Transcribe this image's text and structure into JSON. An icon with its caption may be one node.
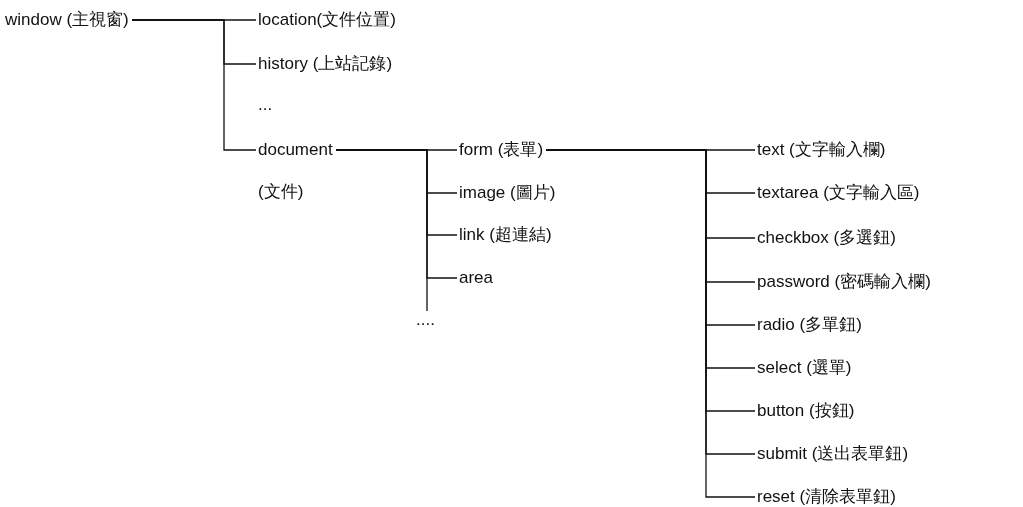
{
  "diagram": {
    "nodes": [
      {
        "text": [
          "window (主視窗)"
        ]
      },
      {
        "text": [
          "location(文件位置)"
        ]
      },
      {
        "text": [
          "history (上站記錄)"
        ]
      },
      {
        "text": [
          "document",
          "(文件)"
        ]
      },
      {
        "text": [
          "form (表單)"
        ]
      },
      {
        "text": [
          "image (圖片)"
        ]
      },
      {
        "text": [
          "link (超連結)"
        ]
      },
      {
        "text": [
          "area"
        ]
      },
      {
        "text": [
          "...."
        ]
      },
      {
        "text": [
          "text (文字輸入欄)"
        ]
      },
      {
        "text": [
          "textarea (文字輸入區)"
        ]
      },
      {
        "text": [
          "checkbox (多選鈕)"
        ]
      },
      {
        "text": [
          "password (密碼輸入欄)"
        ]
      },
      {
        "text": [
          "radio (多單鈕)"
        ]
      },
      {
        "text": [
          "select (選單)"
        ]
      },
      {
        "text": [
          "button (按鈕)"
        ]
      },
      {
        "text": [
          "submit (送出表單鈕)"
        ]
      },
      {
        "text": [
          "reset (清除表單鈕)"
        ]
      }
    ],
    "edges": [
      {
        "from": 0,
        "to": 1,
        "arrow": "none"
      },
      {
        "from": 0,
        "to": 2,
        "arrow": "none"
      },
      {
        "from": 0,
        "to": 3,
        "arrow": "none"
      },
      {
        "from": 3,
        "to": 4,
        "arrow": "none"
      },
      {
        "from": 3,
        "to": 5,
        "arrow": "none"
      },
      {
        "from": 3,
        "to": 6,
        "arrow": "none"
      },
      {
        "from": 3,
        "to": 7,
        "arrow": "none"
      },
      {
        "from": 3,
        "to": 8,
        "arrow": "none"
      },
      {
        "from": 4,
        "to": 9,
        "arrow": "none"
      },
      {
        "from": 4,
        "to": 10,
        "arrow": "none"
      },
      {
        "from": 4,
        "to": 11,
        "arrow": "none"
      },
      {
        "from": 4,
        "to": 12,
        "arrow": "none"
      },
      {
        "from": 4,
        "to": 13,
        "arrow": "none"
      },
      {
        "from": 4,
        "to": 14,
        "arrow": "none"
      },
      {
        "from": 4,
        "to": 15,
        "arrow": "none"
      },
      {
        "from": 4,
        "to": 16,
        "arrow": "none"
      },
      {
        "from": 4,
        "to": 17,
        "arrow": "none"
      }
    ],
    "labels": [
      "..."
    ]
  }
}
